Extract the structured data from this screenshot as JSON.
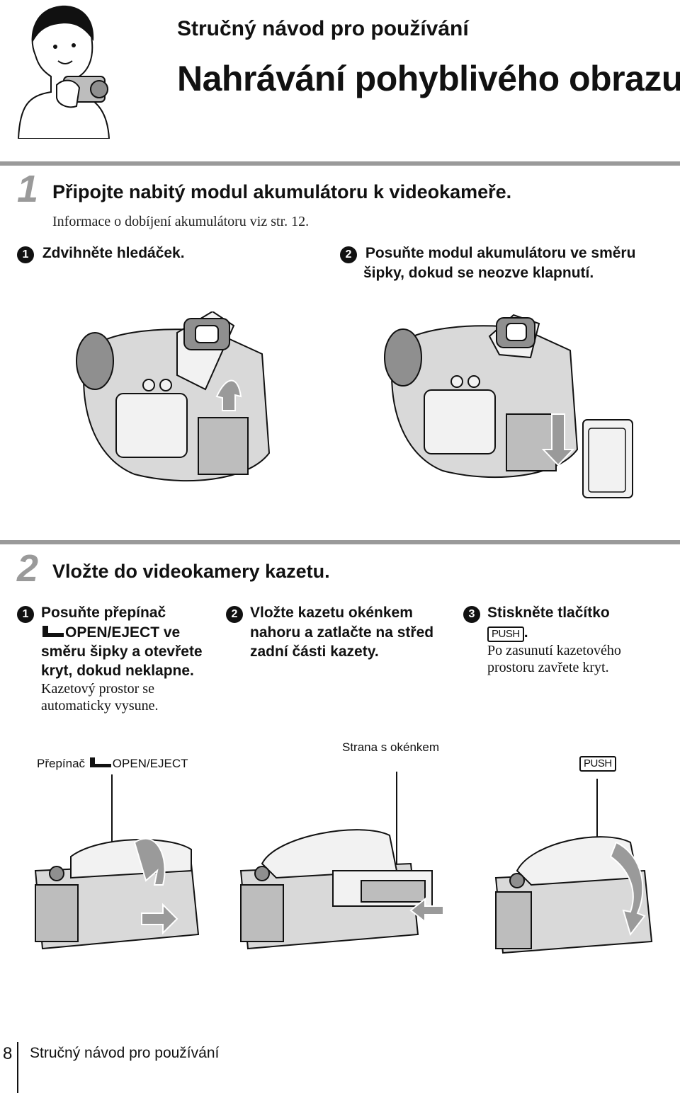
{
  "header": {
    "kicker": "Stručný návod pro používání",
    "title": "Nahrávání pohyblivého obrazu"
  },
  "step1": {
    "number": "1",
    "heading": "Připojte nabitý modul akumulátoru k videokameře.",
    "note": "Informace o dobíjení akumulátoru viz str. 12.",
    "sub": [
      {
        "marker": "1",
        "text": "Zdvihněte hledáček."
      },
      {
        "marker": "2",
        "text_line1": "Posuňte modul akumulátoru ve směru",
        "text_line2": "šipky, dokud se neozve klapnutí."
      }
    ]
  },
  "step2": {
    "number": "2",
    "heading": "Vložte do videokamery kazetu.",
    "sub1": {
      "marker": "1",
      "line1": "Posuňte přepínač",
      "line2": "OPEN/EJECT ve",
      "line3": "směru šipky a otevřete",
      "line4": "kryt, dokud neklapne.",
      "note1": "Kazetový prostor se",
      "note2": "automaticky vysune."
    },
    "sub2": {
      "marker": "2",
      "line1": "Vložte kazetu okénkem",
      "line2": "nahoru a zatlačte na střed",
      "line3": "zadní části kazety."
    },
    "sub3": {
      "marker": "3",
      "line1": "Stiskněte tlačítko",
      "push": "PUSH",
      "period": ".",
      "note1": "Po zasunutí kazetového",
      "note2": "prostoru zavřete kryt."
    },
    "callouts": {
      "switch_prefix": "Přepínač",
      "switch_label": "OPEN/EJECT",
      "window_side": "Strana s okénkem",
      "push": "PUSH"
    }
  },
  "footer": {
    "page": "8",
    "text": "Stručný návod pro používání"
  }
}
